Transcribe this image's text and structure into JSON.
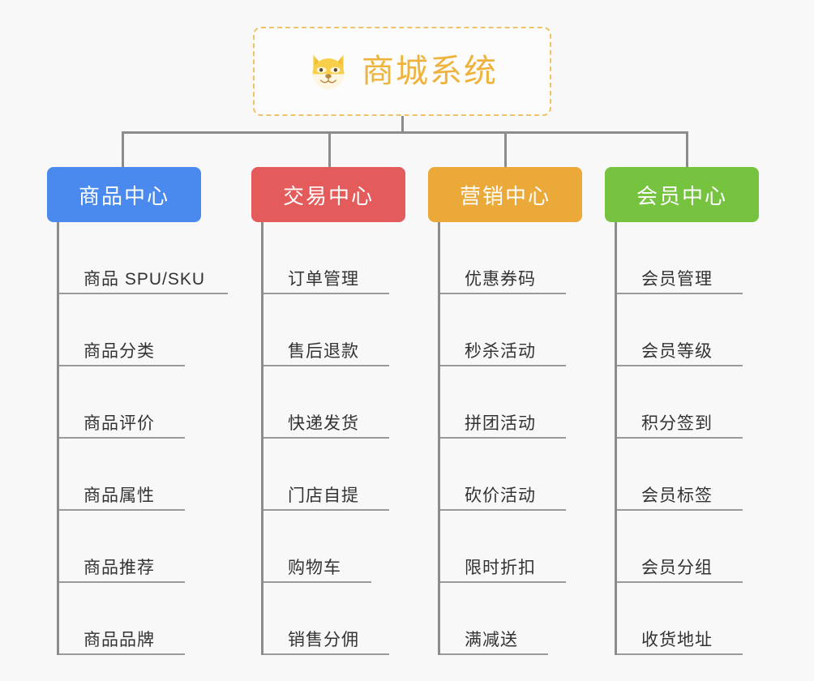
{
  "background_color": "#f8f8f8",
  "root": {
    "title": "商城系统",
    "icon": "shiba-dog-face-icon",
    "text_color": "#eeb33c",
    "border_color": "#f0c266",
    "fill_color": "#fcfcfc"
  },
  "connector_color": "#8c8c8c",
  "categories": [
    {
      "label": "商品中心",
      "color": "#4a89ee",
      "items": [
        "商品 SPU/SKU",
        "商品分类",
        "商品评价",
        "商品属性",
        "商品推荐",
        "商品品牌"
      ]
    },
    {
      "label": "交易中心",
      "color": "#e45b5b",
      "items": [
        "订单管理",
        "售后退款",
        "快递发货",
        "门店自提",
        "购物车",
        "销售分佣"
      ]
    },
    {
      "label": "营销中心",
      "color": "#eaa938",
      "items": [
        "优惠券码",
        "秒杀活动",
        "拼团活动",
        "砍价活动",
        "限时折扣",
        "满减送"
      ]
    },
    {
      "label": "会员中心",
      "color": "#76c340",
      "items": [
        "会员管理",
        "会员等级",
        "积分签到",
        "会员标签",
        "会员分组",
        "收货地址"
      ]
    }
  ]
}
